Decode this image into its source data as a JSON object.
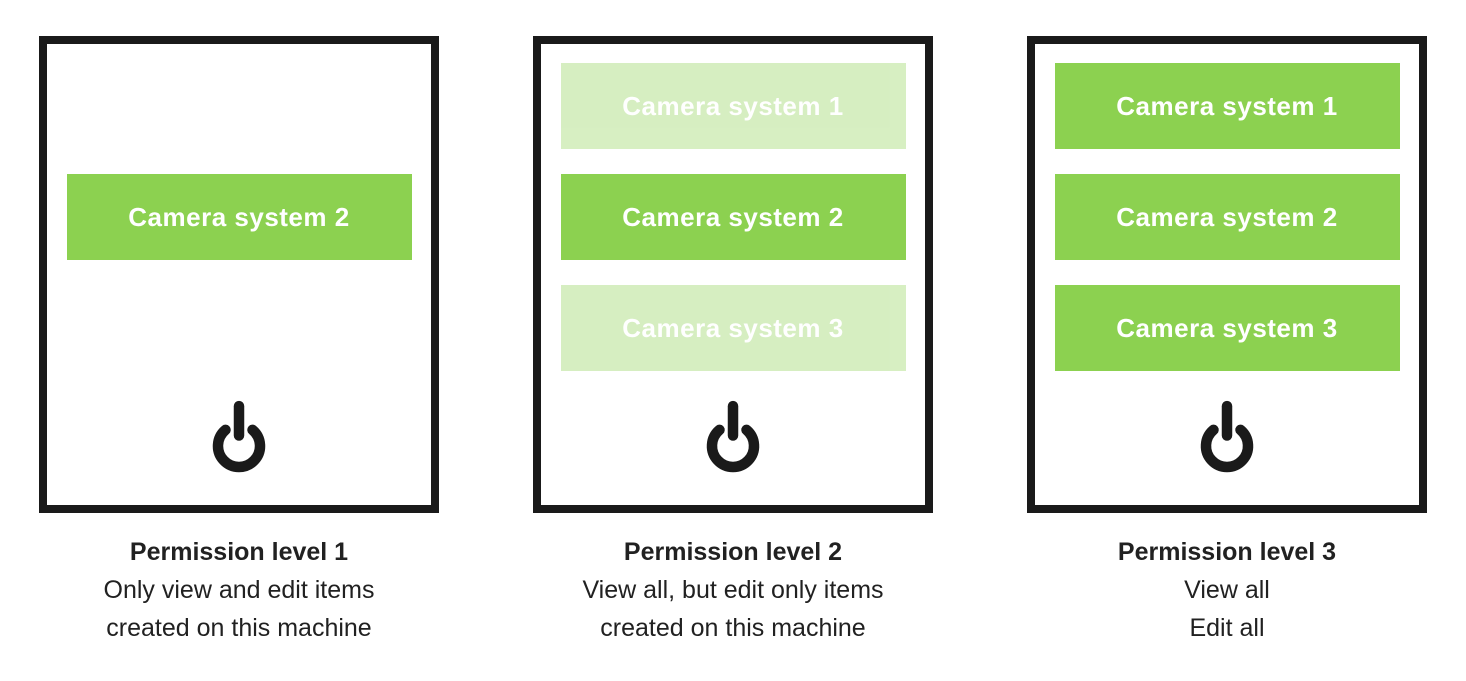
{
  "colors": {
    "accent_green": "#8cd150",
    "faded_green": "#dcefc8",
    "border_black": "#1a1a1a",
    "text_dark": "#212121",
    "bar_text": "#ffffff"
  },
  "panels": [
    {
      "bars": [
        {
          "state": "hidden"
        },
        {
          "label": "Camera system 2",
          "state": "solid"
        },
        {
          "state": "hidden"
        }
      ],
      "power_icon": "power-icon",
      "caption_title": "Permission level 1",
      "caption_lines": [
        "Only view and edit items",
        "created on this machine"
      ]
    },
    {
      "bars": [
        {
          "label": "Camera system 1",
          "state": "faded"
        },
        {
          "label": "Camera system 2",
          "state": "solid"
        },
        {
          "label": "Camera system 3",
          "state": "faded"
        }
      ],
      "power_icon": "power-icon",
      "caption_title": "Permission level 2",
      "caption_lines": [
        "View all, but edit only items",
        "created on this machine"
      ]
    },
    {
      "bars": [
        {
          "label": "Camera system 1",
          "state": "solid"
        },
        {
          "label": "Camera system 2",
          "state": "solid"
        },
        {
          "label": "Camera system 3",
          "state": "solid"
        }
      ],
      "power_icon": "power-icon",
      "caption_title": "Permission level 3",
      "caption_lines": [
        "View all",
        "Edit all"
      ]
    }
  ]
}
